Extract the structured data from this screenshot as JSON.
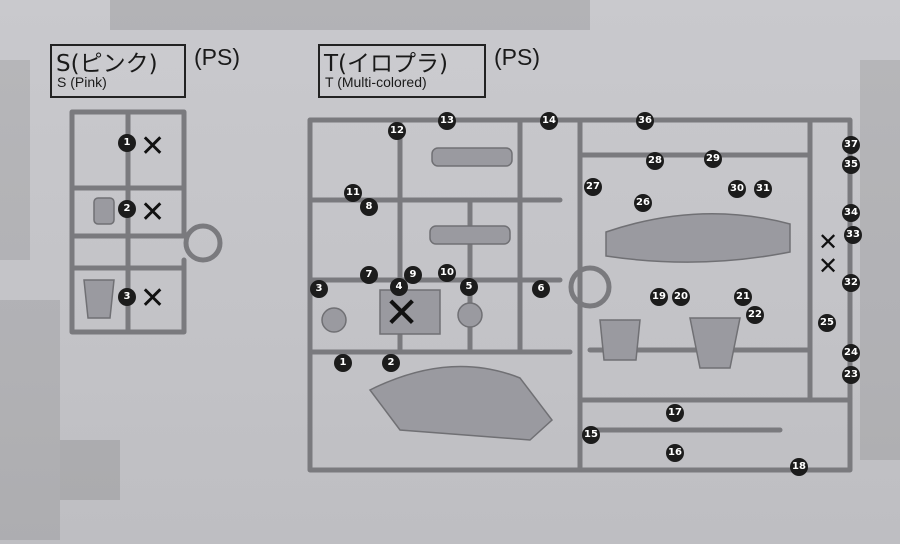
{
  "sprue_s": {
    "title": "S(ピンク)",
    "subtitle": "S (Pink)",
    "material": "(PS)",
    "parts": [
      {
        "number": "1",
        "excluded": true
      },
      {
        "number": "2",
        "excluded": true
      },
      {
        "number": "3",
        "excluded": true
      }
    ]
  },
  "sprue_t": {
    "title": "T(イロプラ)",
    "subtitle": "T (Multi-colored)",
    "material": "(PS)",
    "parts": [
      {
        "number": "1"
      },
      {
        "number": "2"
      },
      {
        "number": "3"
      },
      {
        "number": "4",
        "excluded": true
      },
      {
        "number": "5"
      },
      {
        "number": "6"
      },
      {
        "number": "7"
      },
      {
        "number": "8"
      },
      {
        "number": "9",
        "excluded": true
      },
      {
        "number": "10"
      },
      {
        "number": "11"
      },
      {
        "number": "12"
      },
      {
        "number": "13"
      },
      {
        "number": "14"
      },
      {
        "number": "15"
      },
      {
        "number": "16"
      },
      {
        "number": "17"
      },
      {
        "number": "18"
      },
      {
        "number": "19"
      },
      {
        "number": "20"
      },
      {
        "number": "21"
      },
      {
        "number": "22"
      },
      {
        "number": "23"
      },
      {
        "number": "24"
      },
      {
        "number": "25"
      },
      {
        "number": "26"
      },
      {
        "number": "27"
      },
      {
        "number": "28"
      },
      {
        "number": "29"
      },
      {
        "number": "30"
      },
      {
        "number": "31"
      },
      {
        "number": "32",
        "excluded": true
      },
      {
        "number": "33",
        "excluded": true
      },
      {
        "number": "34"
      },
      {
        "number": "35"
      },
      {
        "number": "36"
      },
      {
        "number": "37"
      }
    ]
  },
  "exclusion_mark": "✕"
}
